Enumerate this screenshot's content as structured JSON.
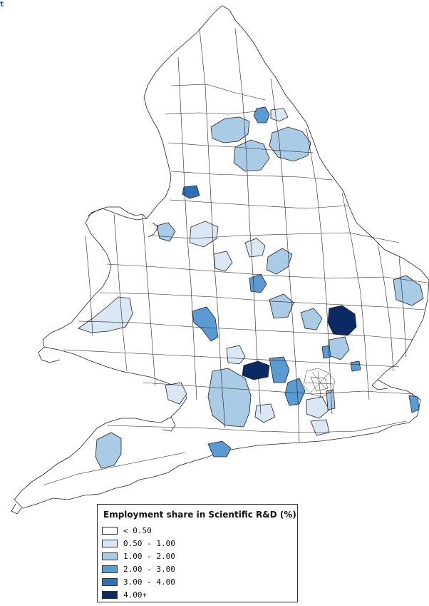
{
  "corner_mark": "t",
  "legend": {
    "title": "Employment share in Scientific R&D (%)",
    "classes": [
      {
        "label": "< 0.50",
        "color": "#ffffff"
      },
      {
        "label": "0.50 - 1.00",
        "color": "#dbe7f4"
      },
      {
        "label": "1.00 - 2.00",
        "color": "#a9cbe6"
      },
      {
        "label": "2.00 - 3.00",
        "color": "#5c9bd1"
      },
      {
        "label": "3.00 - 4.00",
        "color": "#2f6fb6"
      },
      {
        "label": "4.00+",
        "color": "#0b2a63"
      }
    ]
  },
  "colors": {
    "border": "#222222",
    "background": "#ffffff"
  }
}
